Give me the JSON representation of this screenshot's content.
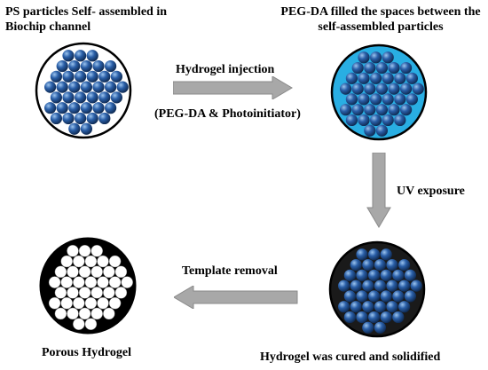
{
  "labels": {
    "step1": {
      "line1": "PS particles Self- assembled in",
      "line2": "Biochip channel"
    },
    "step2": {
      "line1": "PEG-DA filled the spaces between the",
      "line2": "self-assembled particles"
    },
    "hydrogel_injection": "Hydrogel injection",
    "injection_detail": "(PEG-DA & Photoinitiator)",
    "uv_exposure": "UV exposure",
    "template_removal": "Template removal",
    "porous_hydrogel": "Porous Hydrogel",
    "cured": "Hydrogel was cured and solidified"
  },
  "colors": {
    "sphere_blue": "#2a5fa8",
    "sphere_highlight": "#9cc4ee",
    "sphere_shadow": "#0f2a52",
    "rim_black": "#000000",
    "cyan_fill": "#29aee3",
    "dark_fill": "#1a1a1a",
    "white_pore": "#ffffff",
    "arrow_gray": "#a8a8a8",
    "arrow_stroke": "#8a8a8a"
  },
  "diagrams": {
    "ps_particles": {
      "style": "blue-on-white"
    },
    "pegda_filled": {
      "style": "blue-on-cyan"
    },
    "cured_hydrogel": {
      "style": "blue-on-dark"
    },
    "porous_hydrogel": {
      "style": "white-on-black"
    }
  },
  "arrows": [
    "right",
    "down",
    "left"
  ]
}
